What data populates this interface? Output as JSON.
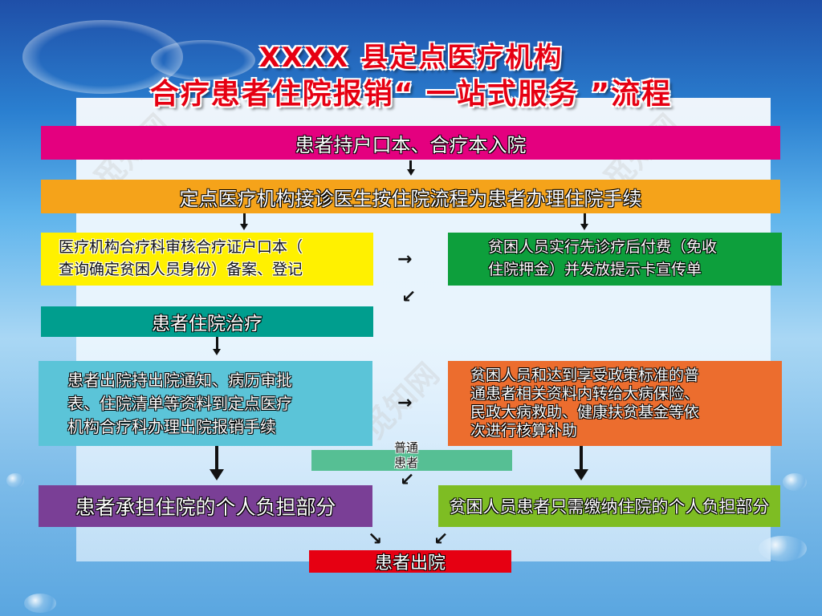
{
  "title": {
    "line1": "XXXX 县定点医疗机构",
    "line2": "合疗患者住院报销“ 一站式服务 ”流程"
  },
  "watermark": "觅知网",
  "colors": {
    "title_red": "#e60012",
    "step1_magenta": "#e4007f",
    "step2_orange": "#f5a31a",
    "step3a_yellow": "#fff100",
    "step3b_green": "#0d9f3c",
    "step4_teal": "#009e8e",
    "step5a_cyan": "#5bc4d8",
    "step5b_orange": "#ec6d2e",
    "branch_label_green": "#56bf94",
    "step6a_purple": "#7a3f96",
    "step6b_lime": "#7ebd23",
    "final_red": "#e60012"
  },
  "flow": {
    "step1": "患者持户口本、合疗本入院",
    "step2": "定点医疗机构接诊医生按住院流程为患者办理住院手续",
    "step3_left": {
      "line1": "医疗机构合疗科审核合疗证户口本（",
      "line2": "查询确定贫困人员身份）备案、登记"
    },
    "step3_right": {
      "line1": "贫困人员实行先诊疗后付费（免收",
      "line2": "住院押金）并发放提示卡宣传单"
    },
    "step4": "患者住院治疗",
    "step5_left": {
      "line1": "患者出院持出院通知、病历审批",
      "line2": "表、住院清单等资料到定点医疗",
      "line3": "机构合疗科办理出院报销手续"
    },
    "step5_right": {
      "line1": "贫困人员和达到享受政策标准的普",
      "line2": "通患者相关资料内转给大病保险、",
      "line3": "民政大病救助、健康扶贫基金等依",
      "line4": "次进行核算补助"
    },
    "branch_label": {
      "line1": "普通",
      "line2": "患者"
    },
    "step6_left": "患者承担住院的个人负担部分",
    "step6_right": "贫困人员患者只需缴纳住院的个人负担部分",
    "final": "患者出院"
  },
  "arrows": {
    "right": "→",
    "down_left": "↙",
    "down_right": "↘"
  }
}
